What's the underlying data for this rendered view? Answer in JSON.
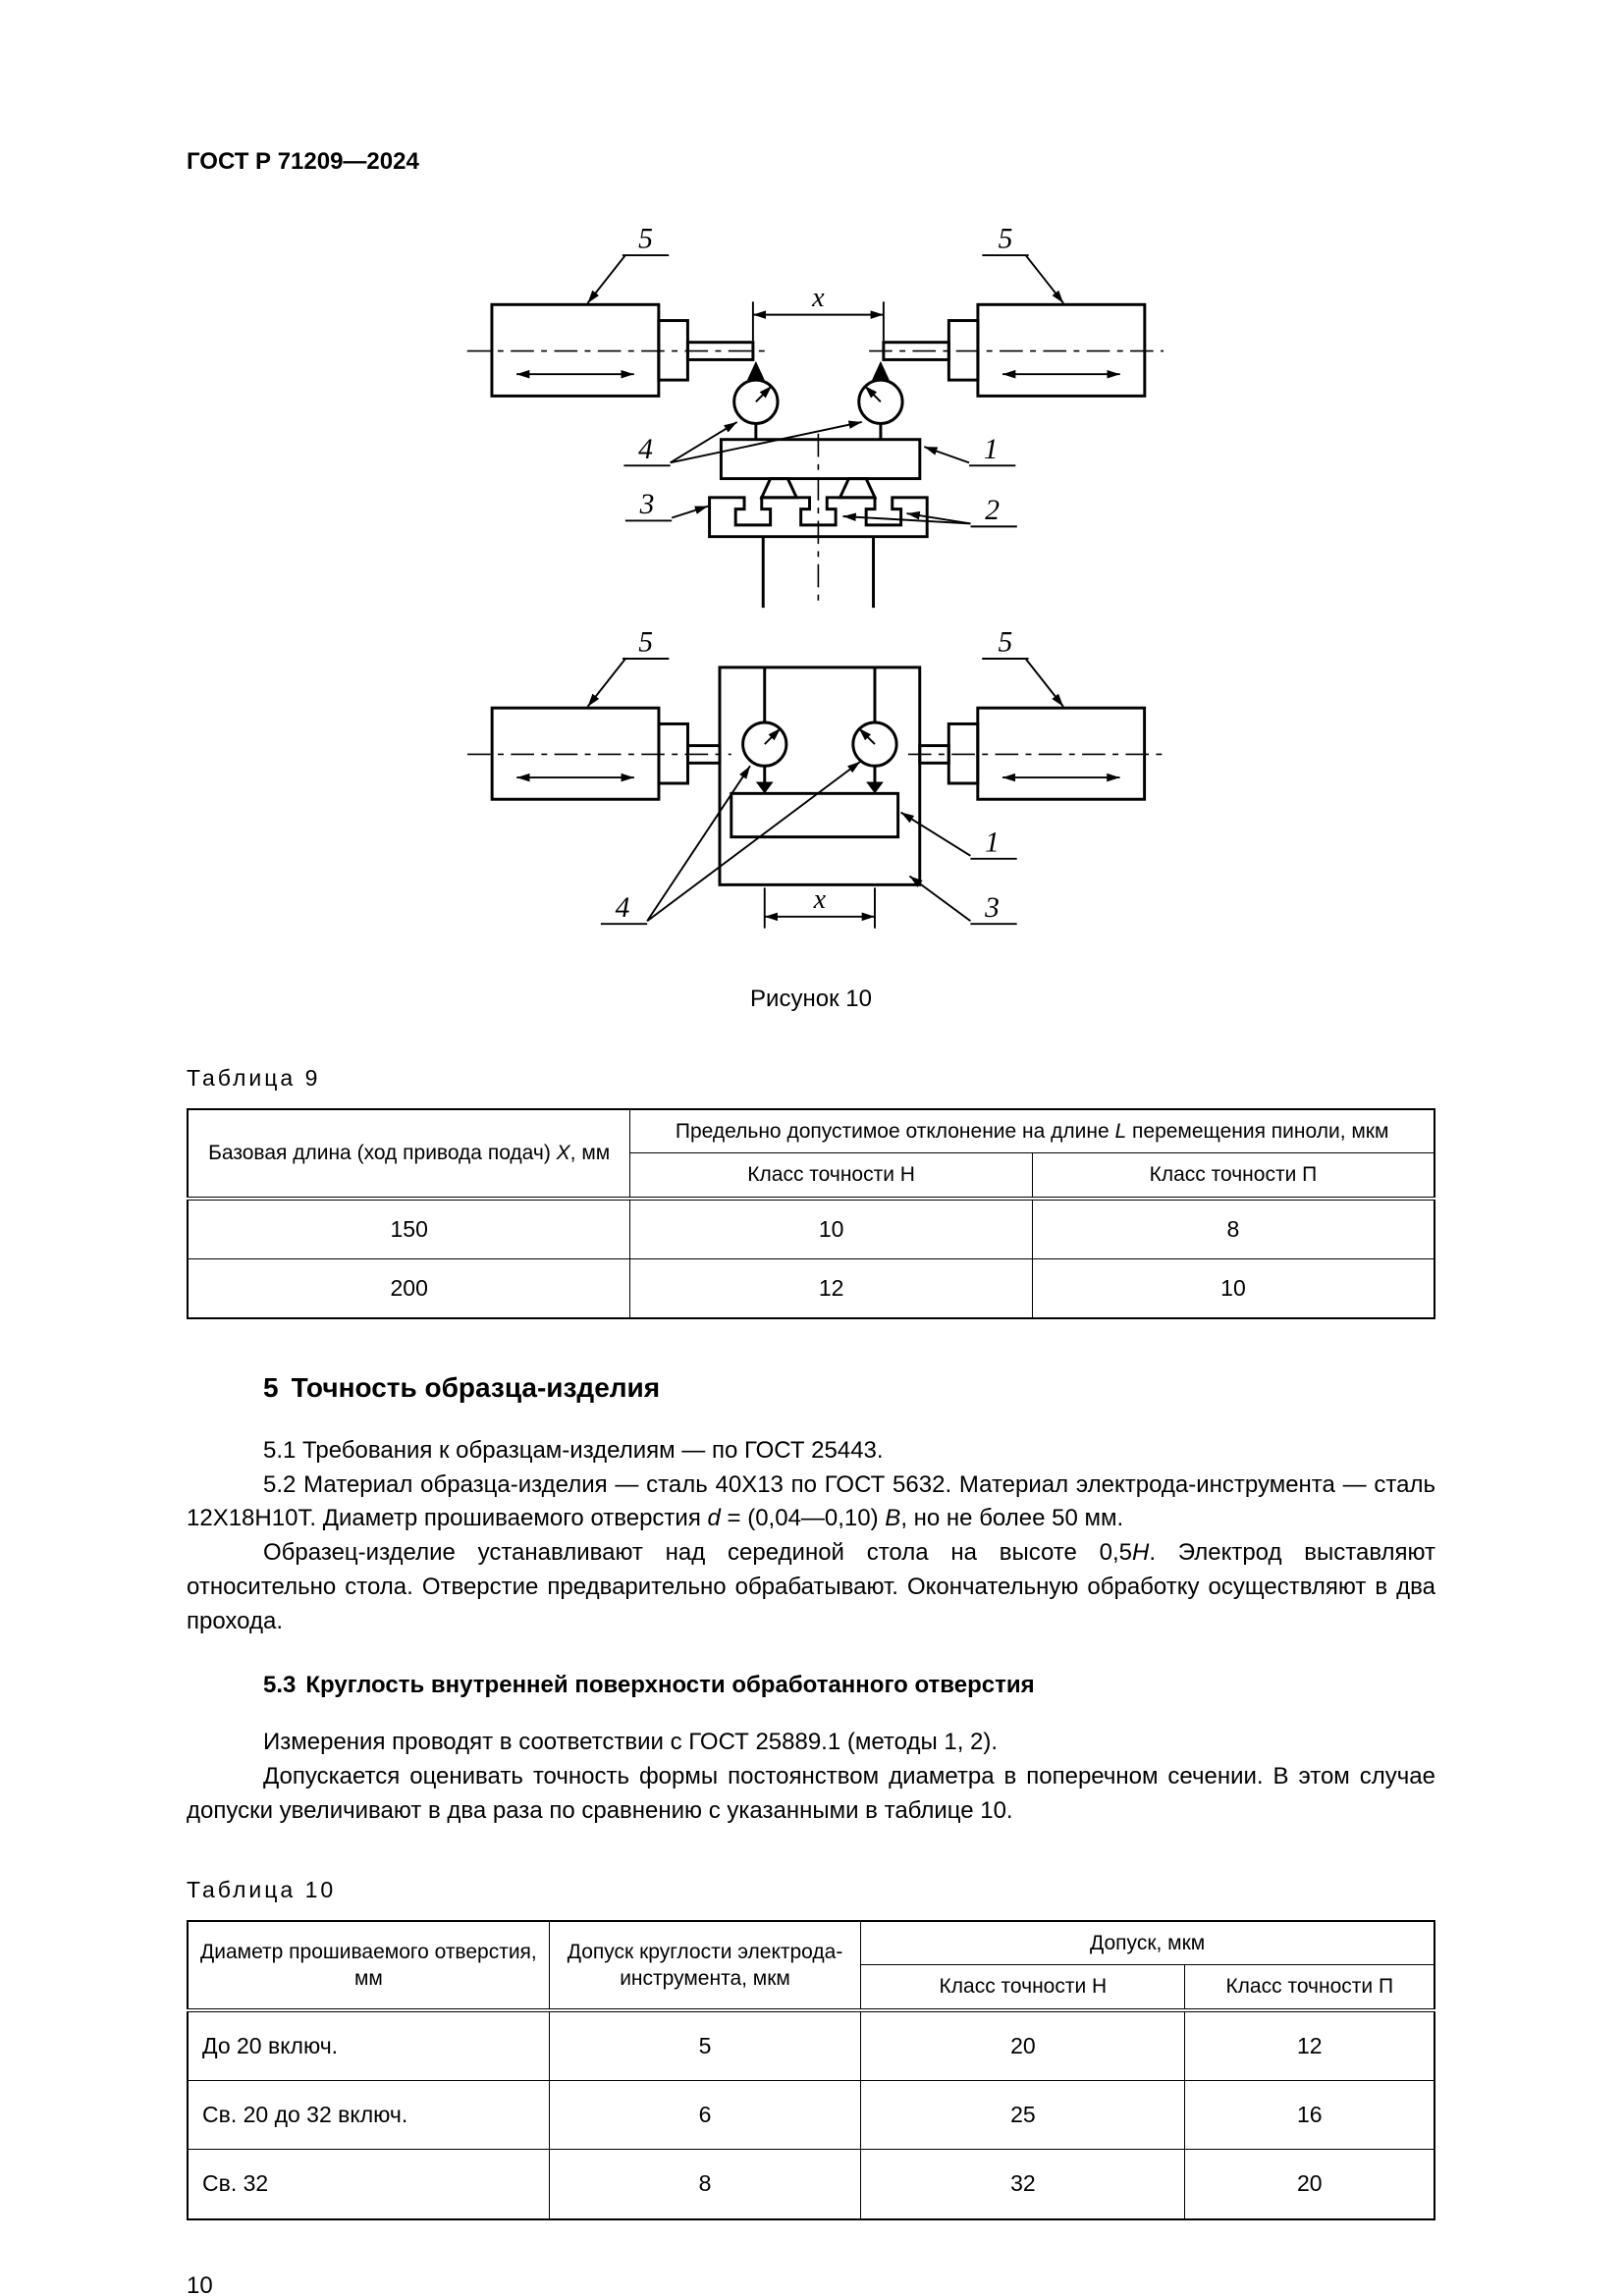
{
  "page": {
    "header": "ГОСТ Р 71209—2024",
    "number": "10"
  },
  "figure": {
    "caption": "Рисунок 10",
    "dim": "x",
    "l1": "1",
    "l2": "2",
    "l3": "3",
    "l4": "4",
    "l5": "5"
  },
  "table9": {
    "label": "Таблица 9",
    "col1_h_1": "Базовая длина (ход привода подач) ",
    "col1_h_var": "X",
    "col1_h_2": ", мм",
    "span_h_1": "Предельно допустимое отклонение на длине ",
    "span_h_var": "L",
    "span_h_2": " перемещения пиноли, мкм",
    "sub_h": "Класс точности Н",
    "sub_p": "Класс точности П",
    "rows": [
      [
        "150",
        "10",
        "8"
      ],
      [
        "200",
        "12",
        "10"
      ]
    ]
  },
  "section5": {
    "number": "5",
    "title": "Точность образца-изделия",
    "p51": "5.1 Требования к образцам-изделиям — по ГОСТ 25443.",
    "p52_1": "5.2 Материал образца-изделия — сталь 40Х13 по ГОСТ 5632. Материал электрода-инструмента — сталь 12Х18Н10Т. Диаметр прошиваемого отверстия ",
    "p52_d": "d",
    "p52_2": " = (0,04—0,10) ",
    "p52_B": "В",
    "p52_3": ", но не более 50 мм.",
    "p53_1": "Образец-изделие устанавливают над серединой стола на высоте 0,5",
    "p53_H": "H",
    "p53_2": ". Электрод выставляют относительно стола. Отверстие предварительно обрабатывают. Окончательную обработку осуществляют в два прохода."
  },
  "section53": {
    "number": "5.3",
    "title": "Круглость внутренней поверхности обработанного отверстия",
    "p1": "Измерения проводят в соответствии с ГОСТ 25889.1 (методы 1, 2).",
    "p2": "Допускается оценивать точность формы постоянством диаметра в поперечном сечении. В этом случае допуски увеличивают в два раза по сравнению с указанными в таблице 10."
  },
  "table10": {
    "label": "Таблица 10",
    "col1_h": "Диаметр прошиваемого отверстия, мм",
    "col2_h": "Допуск круглости электрода-инструмента, мкм",
    "span_h": "Допуск, мкм",
    "sub_h": "Класс точности Н",
    "sub_p": "Класс точности П",
    "rows": [
      [
        "До 20 включ.",
        "5",
        "20",
        "12"
      ],
      [
        "Св. 20 до 32 включ.",
        "6",
        "25",
        "16"
      ],
      [
        "Св. 32",
        "8",
        "32",
        "20"
      ]
    ]
  }
}
